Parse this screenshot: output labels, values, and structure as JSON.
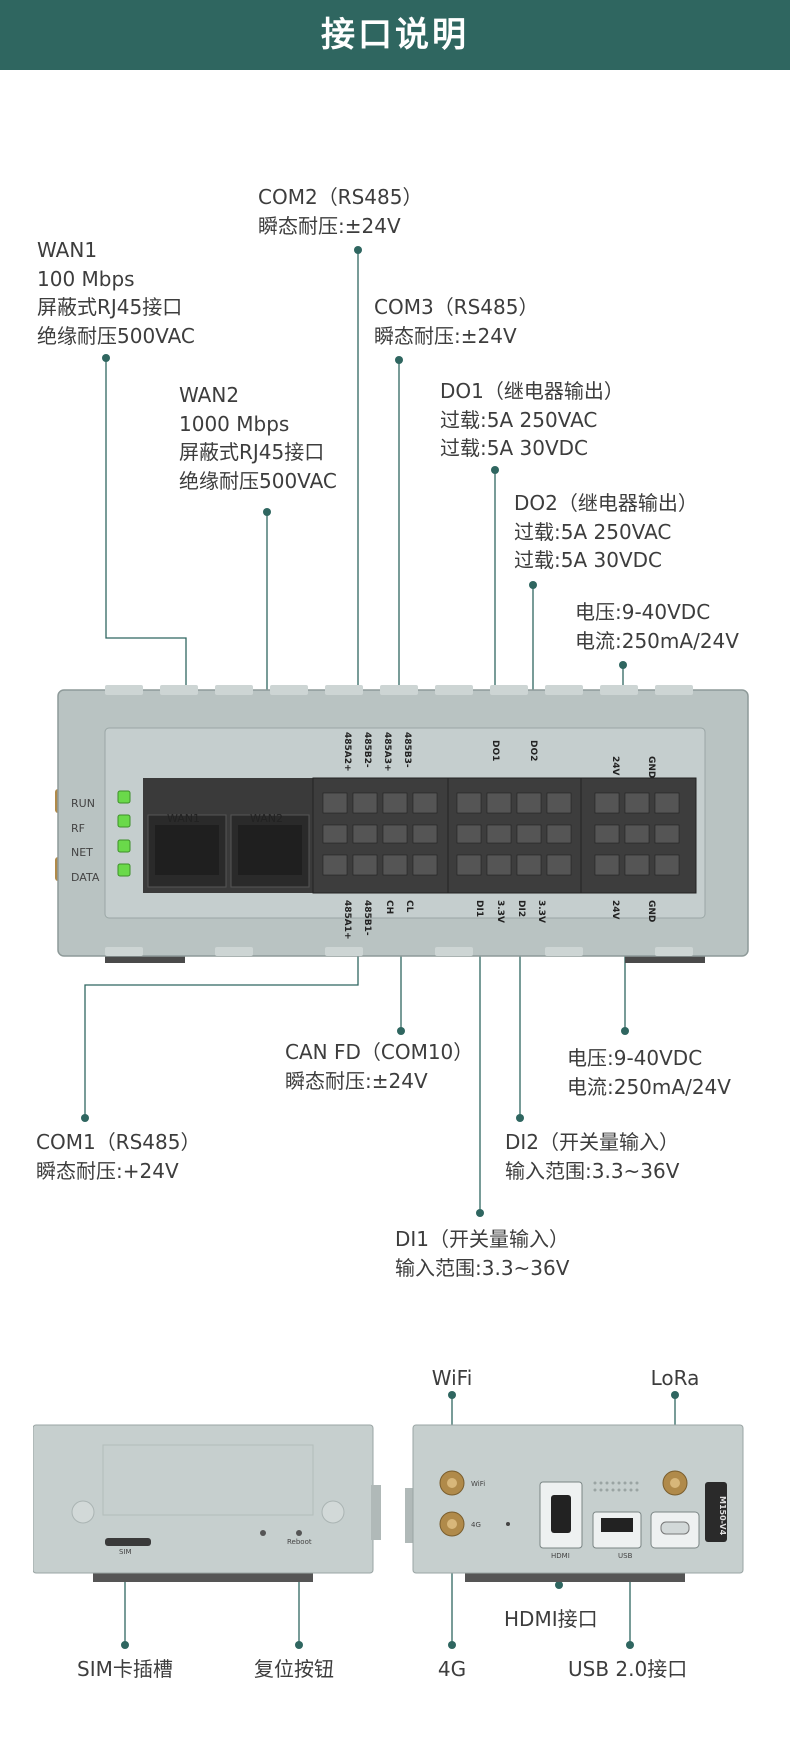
{
  "header": {
    "title": "接口说明"
  },
  "labels": {
    "wan1": [
      "WAN1",
      "100 Mbps",
      "屏蔽式RJ45接口",
      "绝缘耐压500VAC"
    ],
    "wan2": [
      "WAN2",
      "1000 Mbps",
      "屏蔽式RJ45接口",
      "绝缘耐压500VAC"
    ],
    "com2": [
      "COM2（RS485）",
      "瞬态耐压:±24V"
    ],
    "com3": [
      "COM3（RS485）",
      "瞬态耐压:±24V"
    ],
    "do1": [
      "DO1（继电器输出）",
      "过载:5A 250VAC",
      "过载:5A 30VDC"
    ],
    "do2": [
      "DO2（继电器输出）",
      "过载:5A 250VAC",
      "过载:5A 30VDC"
    ],
    "power_top": [
      "电压:9-40VDC",
      "电流:250mA/24V"
    ],
    "can": [
      "CAN FD（COM10）",
      "瞬态耐压:±24V"
    ],
    "power_bottom": [
      "电压:9-40VDC",
      "电流:250mA/24V"
    ],
    "com1": [
      "COM1（RS485）",
      "瞬态耐压:+24V"
    ],
    "di2": [
      "DI2（开关量输入）",
      "输入范围:3.3~36V"
    ],
    "di1": [
      "DI1（开关量输入）",
      "输入范围:3.3~36V"
    ],
    "wifi": "WiFi",
    "lora": "LoRa",
    "hdmi": "HDMI接口",
    "sim": "SIM卡插槽",
    "reset": "复位按钮",
    "g4": "4G",
    "usb": "USB 2.0接口"
  },
  "device": {
    "leds": [
      "RUN",
      "RF",
      "NET",
      "DATA"
    ],
    "ports": [
      "WAN1",
      "WAN2"
    ],
    "top_pins": [
      "485A2+",
      "485B2-",
      "485A3+",
      "485B3-",
      "DO1",
      "DO2",
      "24V",
      "GND"
    ],
    "bottom_pins": [
      "485A1+",
      "485B1-",
      "CH",
      "CL",
      "DI1",
      "3.3V",
      "DI2",
      "3.3V",
      "24V",
      "GND"
    ]
  },
  "side": {
    "sim_label": "SIM",
    "reset_label": "Reboot",
    "wifi_ant": "WiFi",
    "g4_ant": "4G",
    "hdmi_label": "HDMI",
    "usb_label": "USB",
    "model": "M150-V4"
  },
  "colors": {
    "header": "#2f6660",
    "leader": "#2f6660",
    "led": "#6ad94a",
    "body": "#b9c3c2"
  }
}
